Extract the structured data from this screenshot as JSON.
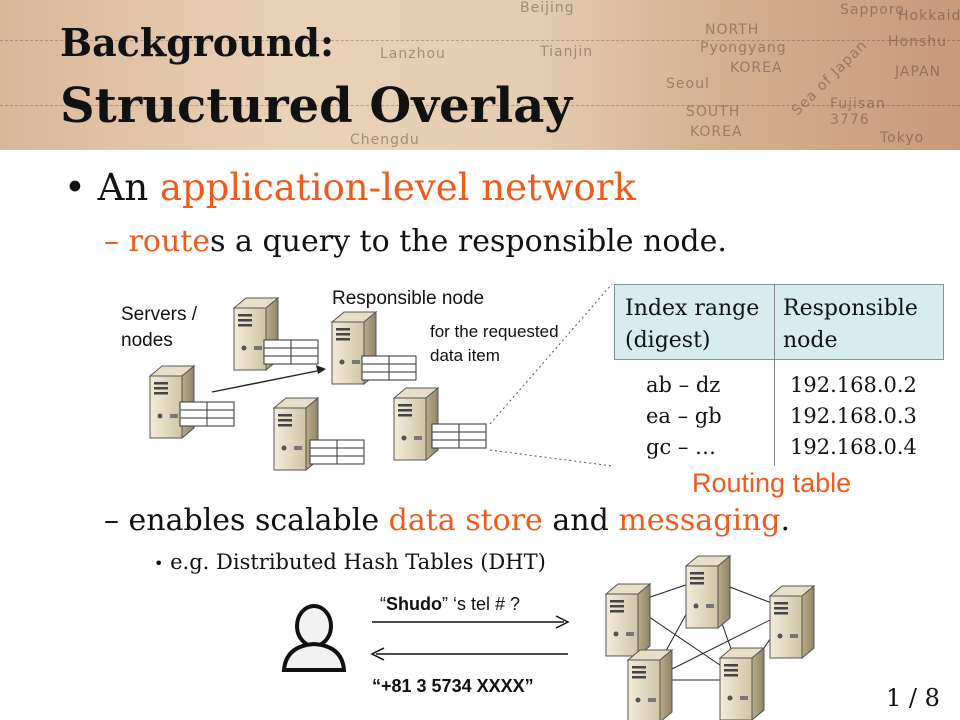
{
  "slide": {
    "title_line1": "Background:",
    "title_line2": "Structured Overlay",
    "header_map_words": [
      "Beijing",
      "Tianjin",
      "Lanzhou",
      "Chengdu",
      "NORTH",
      "Pyongyang",
      "KOREA",
      "Seoul",
      "SOUTH",
      "KOREA",
      "Sea of Japan",
      "Sapporo",
      "Hokkaido",
      "Honshu",
      "JAPAN",
      "Fujisan",
      "3776",
      "Tokyo"
    ],
    "bullet1_prefix": "An ",
    "bullet1_highlight": "application-level network",
    "sub1_dash": "– ",
    "sub1_highlight": "route",
    "sub1_rest": "s a query to the responsible node.",
    "sub2_prefix": "– enables scalable ",
    "sub2_highlight1": "data store",
    "sub2_mid": " and ",
    "sub2_highlight2": "messaging",
    "sub2_suffix": ".",
    "subsub": "e.g. Distributed Hash Tables (DHT)",
    "page_number": "1 / 8"
  },
  "diagram": {
    "servers_label_line1": "Servers /",
    "servers_label_line2": "nodes",
    "responsible_label": "Responsible node",
    "requested_line1": "for the requested",
    "requested_line2": "data item"
  },
  "routing_table": {
    "header_col1_line1": "Index range",
    "header_col1_line2": "(digest)",
    "header_col2_line1": "Responsible",
    "header_col2_line2": "node",
    "rows": [
      {
        "range": "ab – dz",
        "node": "192.168.0.2"
      },
      {
        "range": "ea – gb",
        "node": "192.168.0.3"
      },
      {
        "range": "gc – …",
        "node": "192.168.0.4"
      }
    ],
    "caption": "Routing table"
  },
  "dht_example": {
    "query_open": "“",
    "query_bold": "Shudo",
    "query_rest": "” ‘s tel # ?",
    "answer": "“+81 3 5734 XXXX”"
  },
  "colors": {
    "accent": "#ee5b1c",
    "table_header_bg": "#d6ecee"
  }
}
